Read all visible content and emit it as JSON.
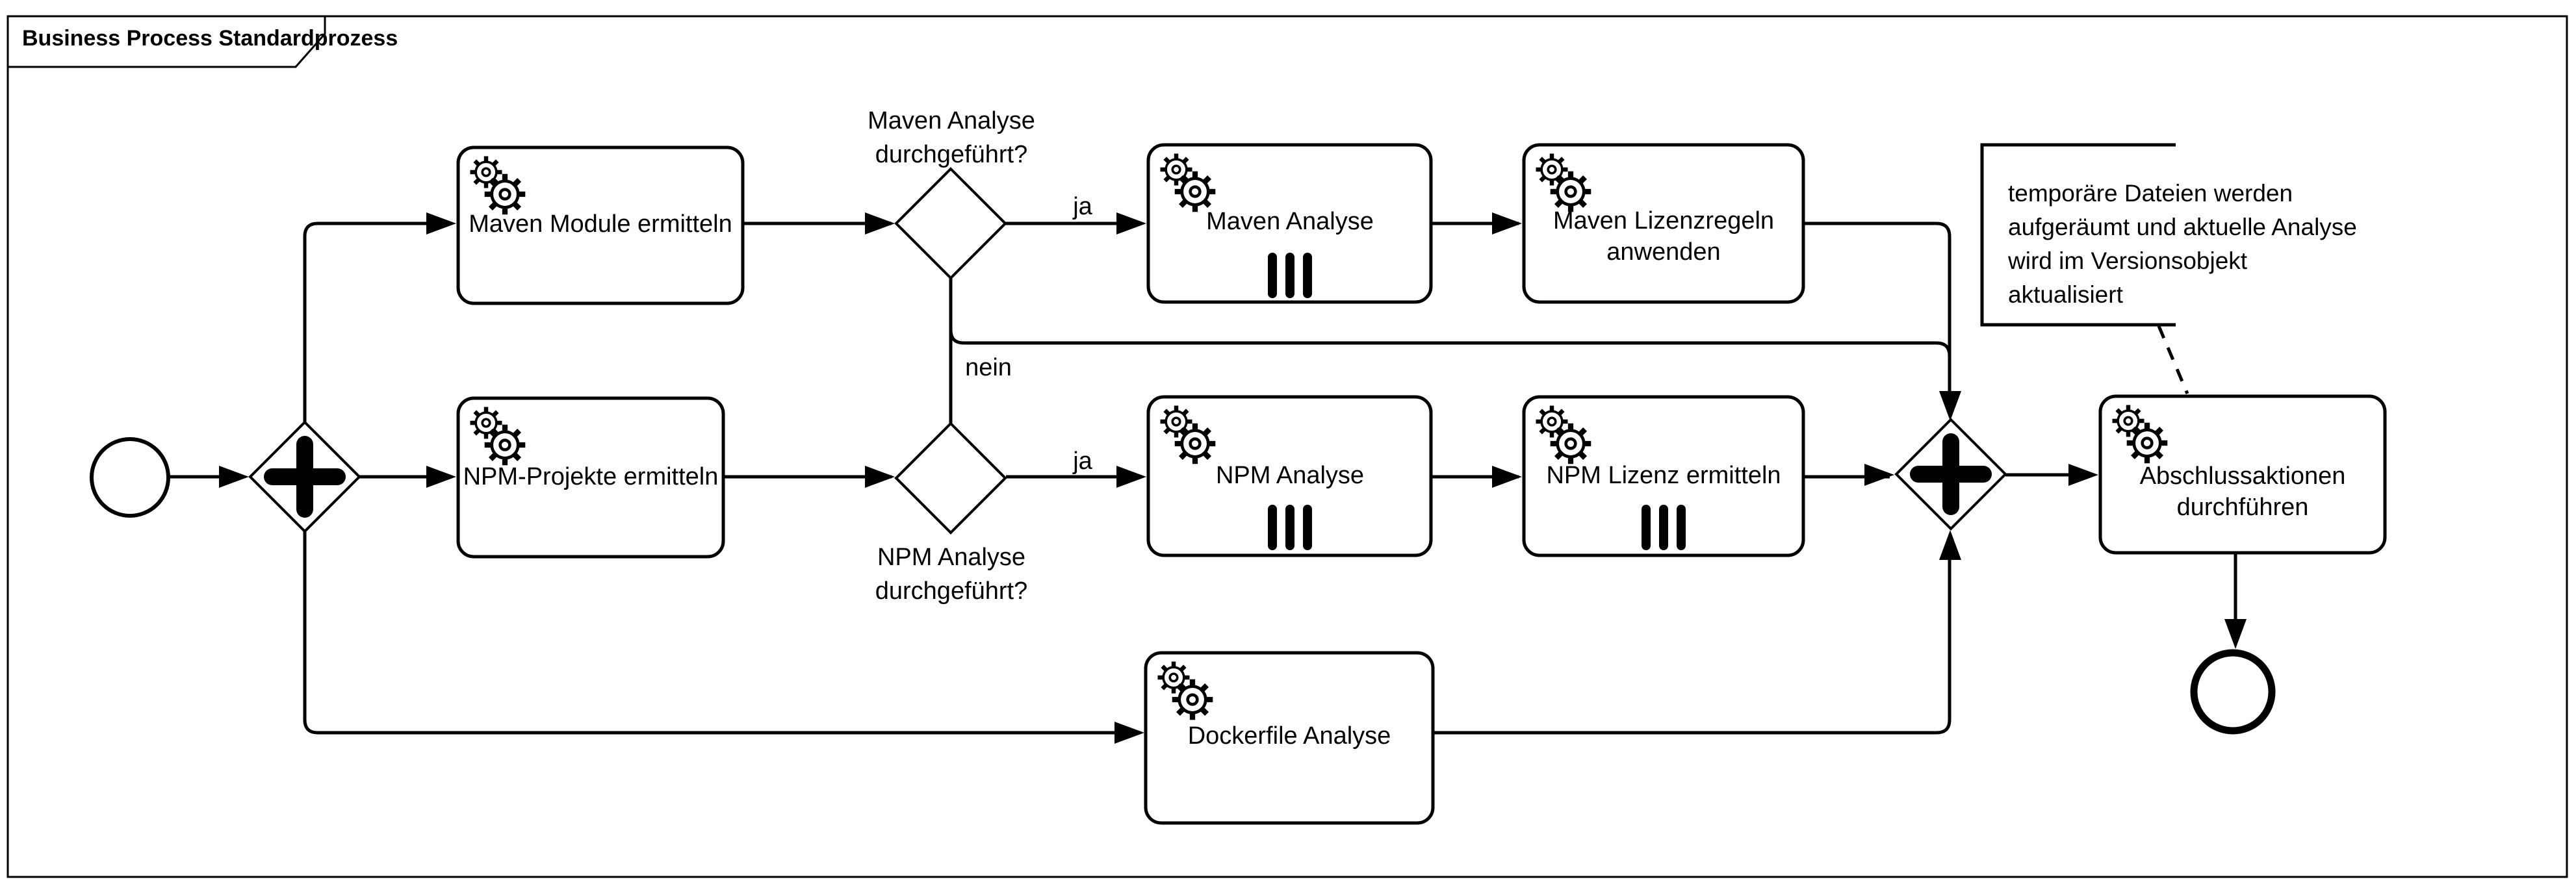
{
  "header": {
    "title": "Business Process Standardprozess"
  },
  "colors": {
    "stroke": "#000000",
    "background": "#ffffff"
  },
  "process": {
    "start_event": {
      "kind": "start-event"
    },
    "end_event": {
      "kind": "end-event"
    },
    "gateways": {
      "split_parallel": {
        "kind": "parallel-gateway"
      },
      "maven_decision": {
        "kind": "exclusive-gateway",
        "label_lines": [
          "Maven Analyse",
          "durchgeführt?"
        ]
      },
      "npm_decision": {
        "kind": "exclusive-gateway",
        "label_lines": [
          "NPM Analyse",
          "durchgeführt?"
        ]
      },
      "join_parallel": {
        "kind": "parallel-gateway"
      }
    },
    "tasks": {
      "maven_module": {
        "label": "Maven Module ermitteln",
        "type": "service",
        "multi_instance": false
      },
      "maven_analyse": {
        "label": "Maven Analyse",
        "type": "service",
        "multi_instance": true
      },
      "maven_lizenzregeln": {
        "label_lines": [
          "Maven Lizenzregeln",
          "anwenden"
        ],
        "type": "service",
        "multi_instance": false
      },
      "npm_projekte": {
        "label": "NPM-Projekte ermitteln",
        "type": "service",
        "multi_instance": false
      },
      "npm_analyse": {
        "label": "NPM Analyse",
        "type": "service",
        "multi_instance": true
      },
      "npm_lizenz": {
        "label": "NPM Lizenz ermitteln",
        "type": "service",
        "multi_instance": true
      },
      "dockerfile_analyse": {
        "label": "Dockerfile Analyse",
        "type": "service",
        "multi_instance": false
      },
      "abschlussaktionen": {
        "label_lines": [
          "Abschlussaktionen",
          "durchführen"
        ],
        "type": "service",
        "multi_instance": false
      }
    },
    "flow_labels": {
      "maven_yes": "ja",
      "npm_yes": "ja",
      "no": "nein"
    },
    "annotation": {
      "lines": [
        "temporäre Dateien werden",
        "aufgeräumt und aktuelle Analyse",
        "wird im Versionsobjekt",
        "aktualisiert"
      ]
    }
  }
}
